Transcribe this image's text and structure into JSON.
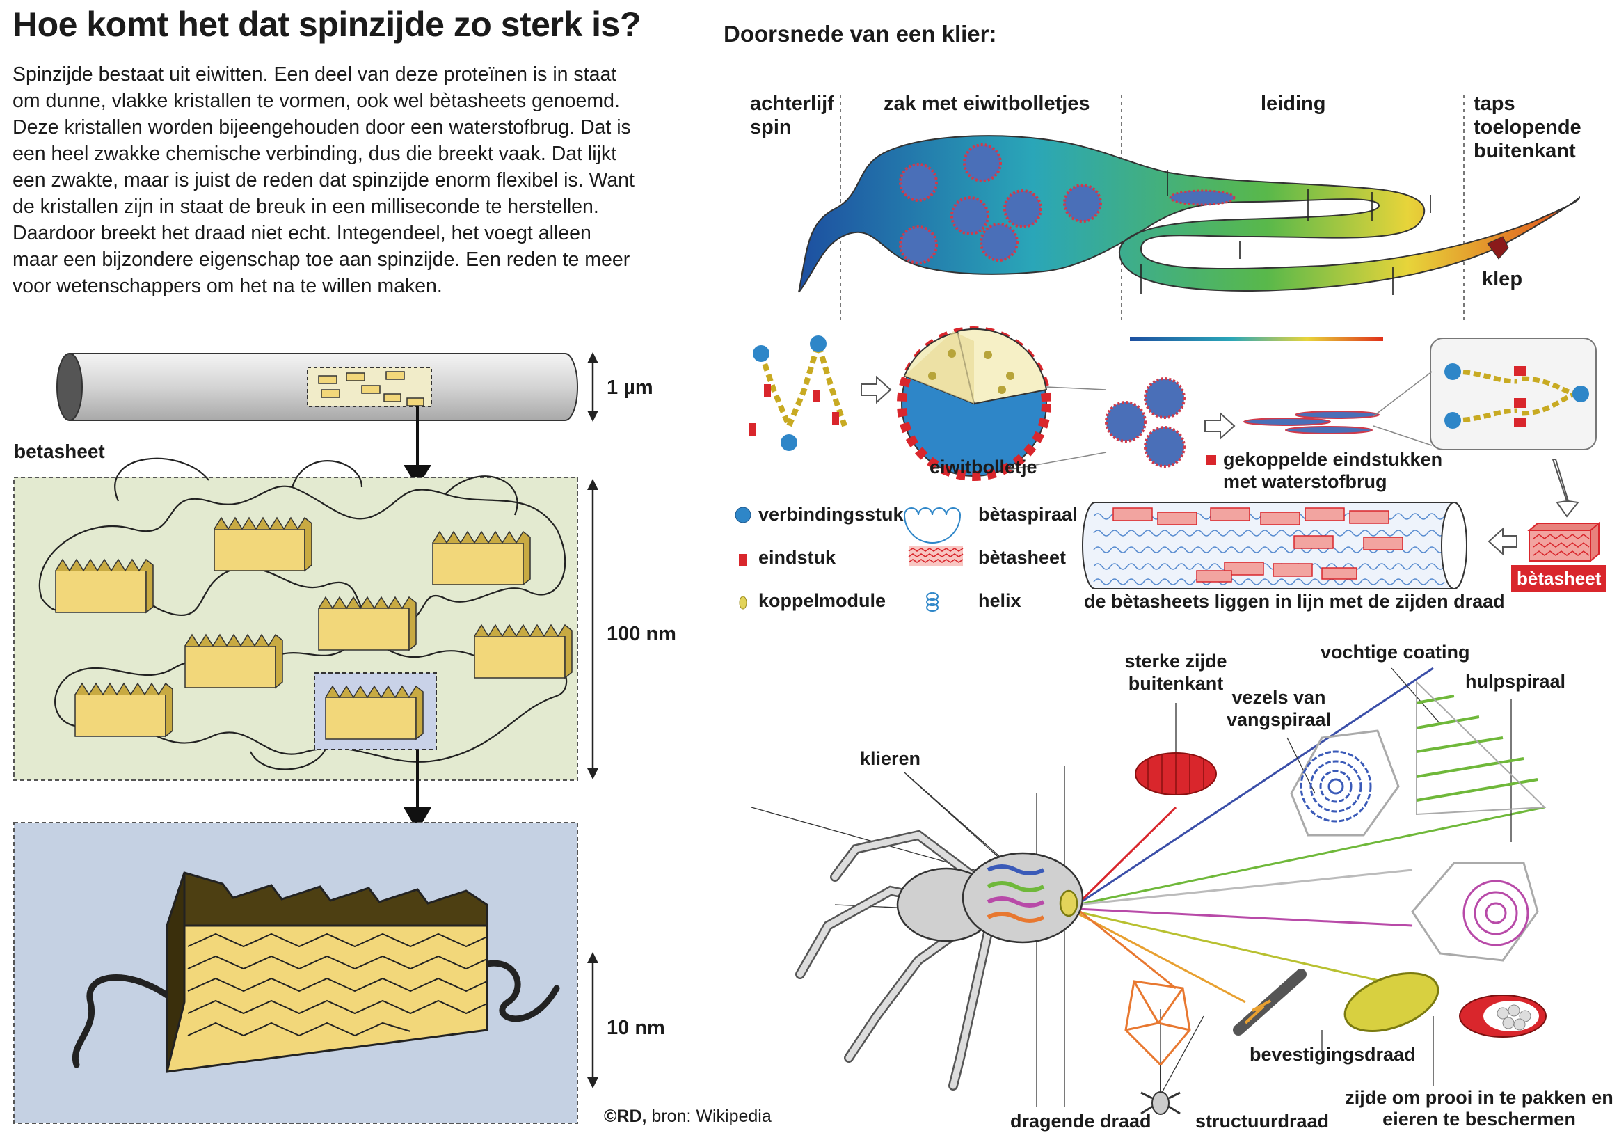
{
  "title": "Hoe komt het dat spinzijde zo sterk is?",
  "intro": "Spinzijde bestaat uit eiwitten. Een deel van deze proteïnen is in staat om dunne, vlakke kristallen te vormen, ook wel bètasheets genoemd. Deze kristallen worden bijeengehouden door een waterstofbrug. Dat is een heel zwakke chemische verbinding, dus die breekt vaak. Dat lijkt een zwakte, maar is juist de reden dat spinzijde enorm flexibel is. Want de kristallen zijn in staat de breuk in een milliseconde te herstellen. Daardoor breekt het draad niet echt. Integendeel, het voegt alleen maar een bijzondere eigenschap toe aan spinzijde. Een reden te meer voor wetenschappers om het na te willen maken.",
  "left_panel": {
    "label_betasheet": "betasheet",
    "scale_1": "1 µm",
    "scale_2": "100 nm",
    "scale_3": "10 nm"
  },
  "gland": {
    "heading": "Doorsnede van een klier:",
    "col_1": "achterlijf\nspin",
    "col_2": "zak met eiwitbolletjes",
    "col_3": "leiding",
    "col_4": "taps toelopende\nbuitenkant",
    "klep": "klep",
    "eiwitbolletje": "eiwitbolletje",
    "gekoppelde": "gekoppelde eindstukken\nmet waterstofbrug",
    "betasheet_tag": "bètasheet",
    "caption": "de bètasheets liggen in lijn met de zijden draad"
  },
  "legend": [
    {
      "label": "verbindingsstuk",
      "icon": "blue-circle-icon"
    },
    {
      "label": "eindstuk",
      "icon": "red-block-icon"
    },
    {
      "label": "koppelmodule",
      "icon": "yellow-ellipse-icon"
    },
    {
      "label": "bètaspiraal",
      "icon": "blue-spiral-icon"
    },
    {
      "label": "bètasheet",
      "icon": "red-zigzag-icon"
    },
    {
      "label": "helix",
      "icon": "blue-helix-icon"
    }
  ],
  "spider": {
    "klieren": "klieren",
    "sterke": "sterke zijde\nbuitenkant",
    "vezels": "vezels van\nvangspiraal",
    "vochtige": "vochtige coating",
    "hulpspiraal": "hulpspiraal",
    "bevestigingsdraad": "bevestigingsdraad",
    "zijde_om": "zijde om prooi in te pakken en\neieren te beschermen",
    "dragende": "dragende draad",
    "structuurdraad": "structuurdraad"
  },
  "credit_bold": "©RD,",
  "credit_rest": " bron: Wikipedia",
  "colors": {
    "panel_green": "#e3ead0",
    "panel_blue": "#c5d1e3",
    "crystal": "#f2d77a",
    "legend_blue": "#2e86c8",
    "legend_red": "#d9262c"
  }
}
